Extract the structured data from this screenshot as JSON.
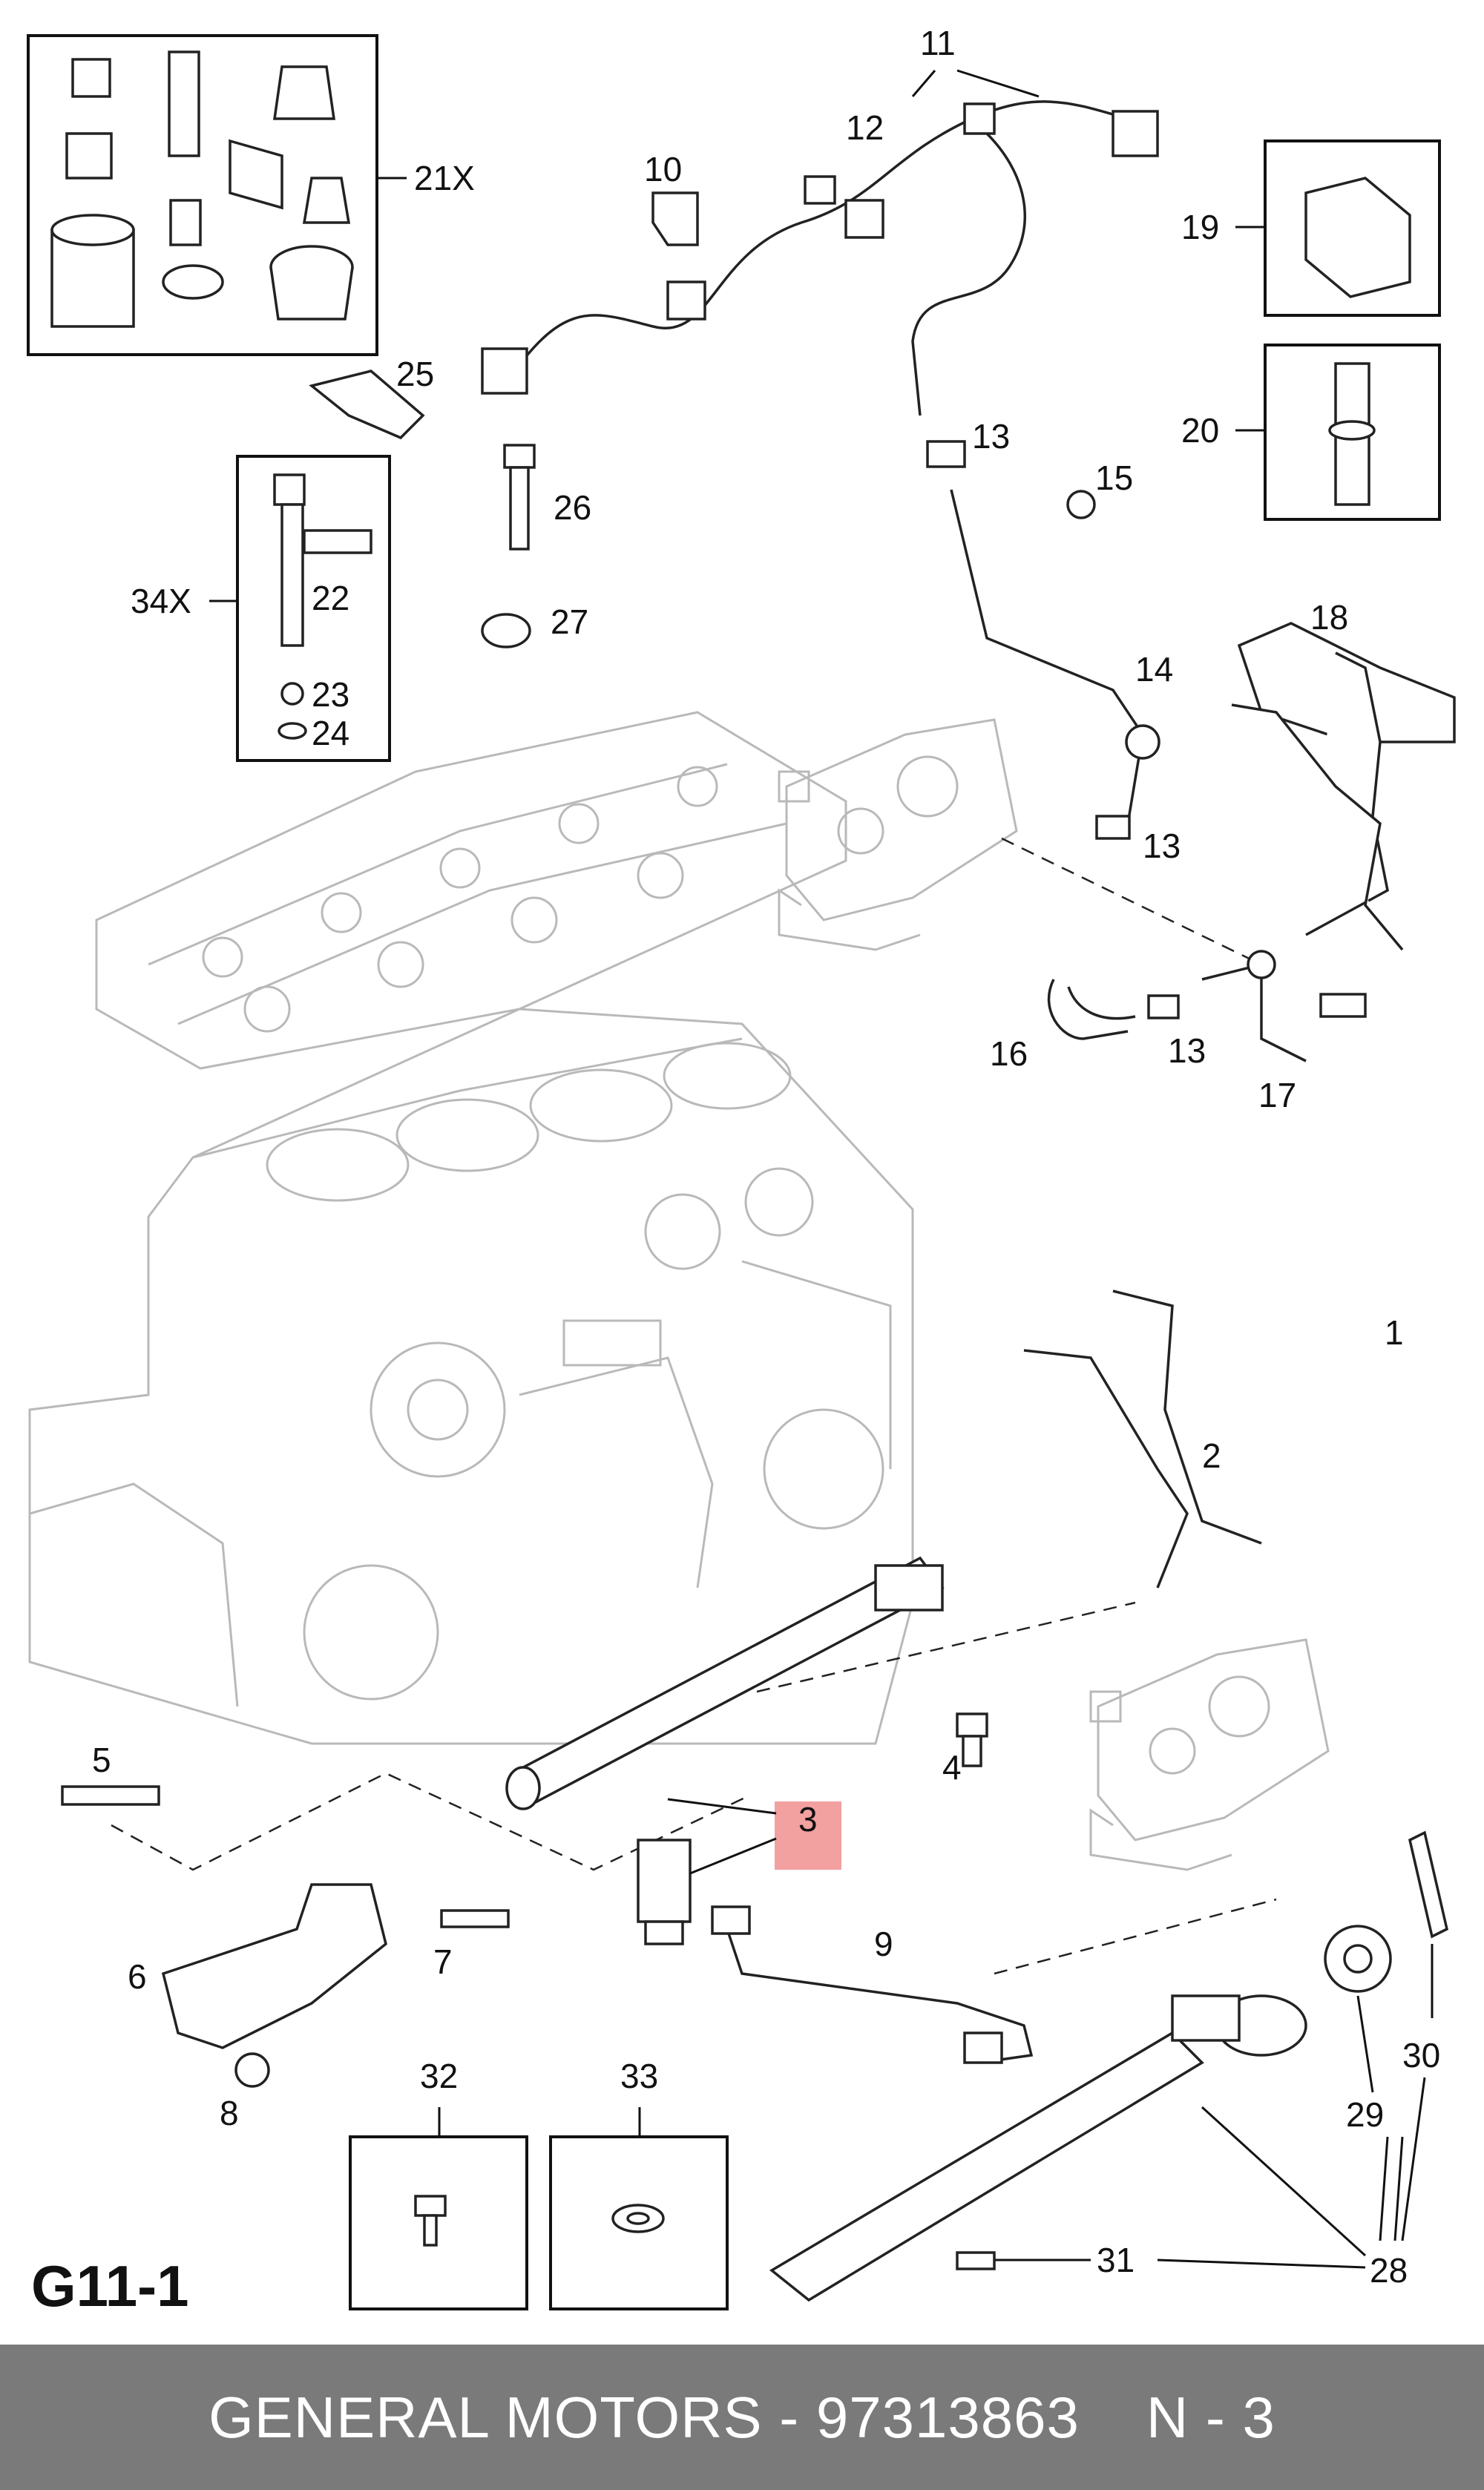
{
  "diagram": {
    "section_code": "G11-1",
    "highlight_color": "#f2a0a0",
    "labels": {
      "p1": "1",
      "p2": "2",
      "p3": "3",
      "p4": "4",
      "p5": "5",
      "p6": "6",
      "p7": "7",
      "p8": "8",
      "p9": "9",
      "p10": "10",
      "p11": "11",
      "p12": "12",
      "p13a": "13",
      "p13b": "13",
      "p13c": "13",
      "p14": "14",
      "p15": "15",
      "p16": "16",
      "p17": "17",
      "p18": "18",
      "p19": "19",
      "p20": "20",
      "p21x": "21X",
      "p22": "22",
      "p23": "23",
      "p24": "24",
      "p25": "25",
      "p26": "26",
      "p27": "27",
      "p28": "28",
      "p29": "29",
      "p30": "30",
      "p31": "31",
      "p32": "32",
      "p33": "33",
      "p34x": "34X"
    }
  },
  "footer": {
    "brand": "GENERAL MOTORS",
    "separator": "-",
    "part_number": "97313863",
    "position": "N - 3"
  }
}
